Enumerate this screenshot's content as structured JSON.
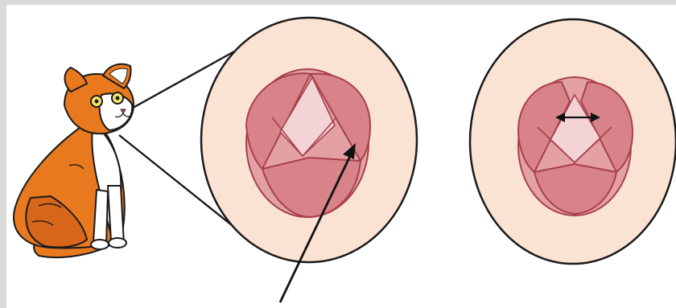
{
  "diagram": {
    "subject_icon": "cat-illustration",
    "views": [
      {
        "name": "magnified-tongue-view"
      },
      {
        "name": "second-tongue-view"
      }
    ],
    "colors": {
      "cat_orange": "#e8791f",
      "cat_outline": "#1a1a1a",
      "disc_fill": "#fbe3d4",
      "tongue_outer": "#e3a1a6",
      "tongue_inner": "#d8828a",
      "tongue_center": "#f3d3d6",
      "tongue_stroke": "#a8404a",
      "arrow": "#111111"
    }
  }
}
